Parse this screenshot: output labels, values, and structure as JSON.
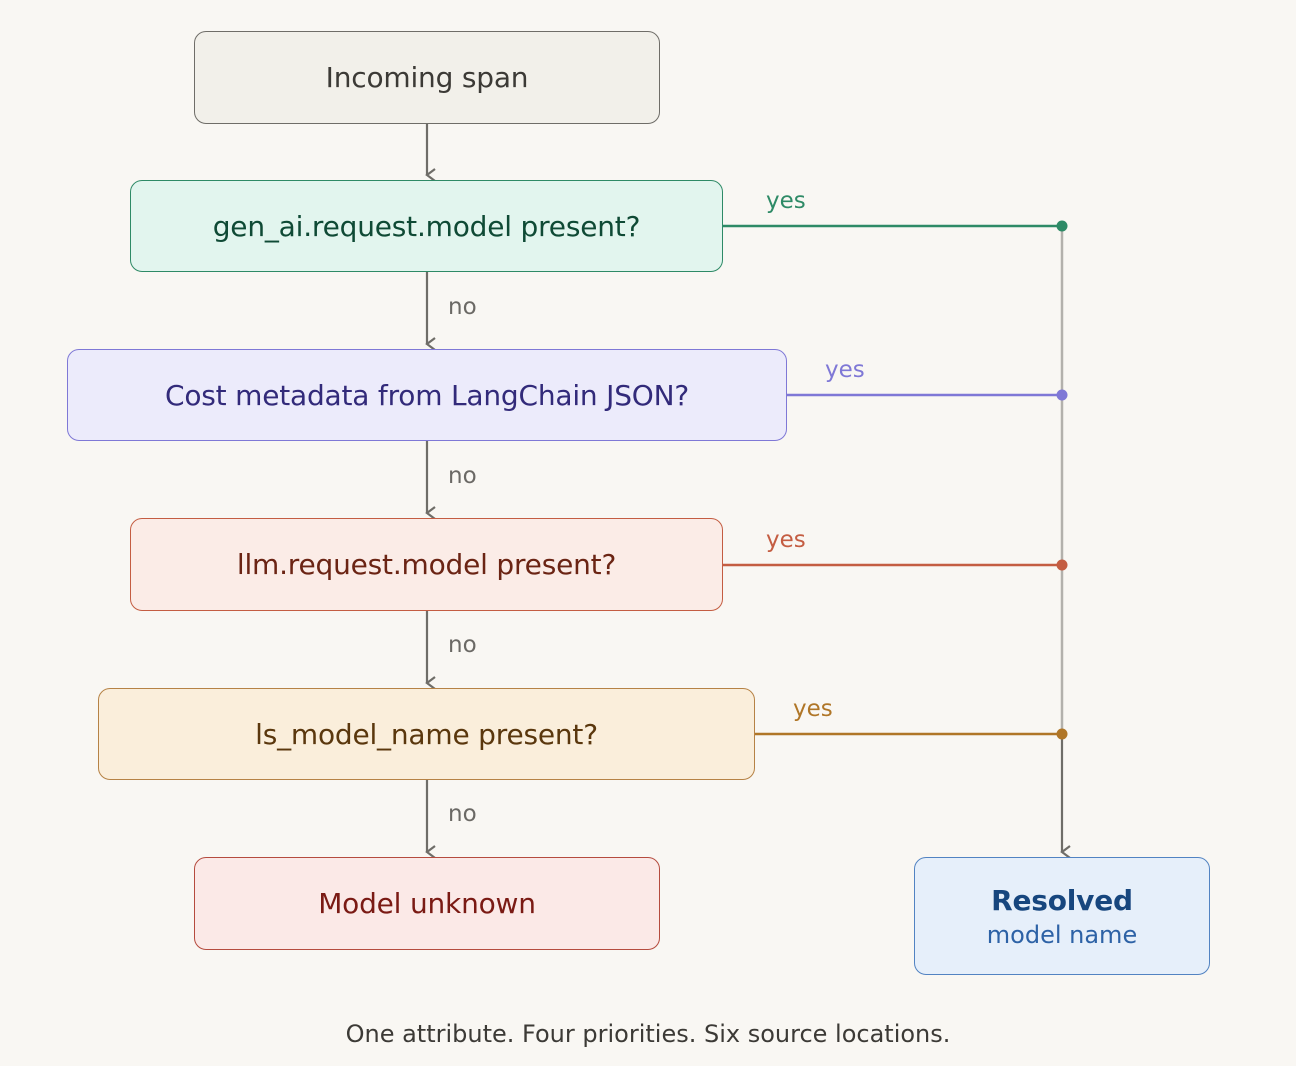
{
  "diagram": {
    "start": {
      "label": "Incoming span"
    },
    "questions": [
      {
        "label": "gen_ai.request.model present?",
        "yes_label": "yes",
        "no_label": "no",
        "color": "#2e8a66"
      },
      {
        "label": "Cost metadata from LangChain JSON?",
        "yes_label": "yes",
        "no_label": "no",
        "color": "#7f78d6"
      },
      {
        "label": "llm.request.model present?",
        "yes_label": "yes",
        "no_label": "no",
        "color": "#c45d42"
      },
      {
        "label": "ls_model_name present?",
        "yes_label": "yes",
        "no_label": "no",
        "color": "#b07627"
      }
    ],
    "unknown": {
      "label": "Model unknown"
    },
    "resolved": {
      "label": "Resolved",
      "sublabel": "model name"
    }
  },
  "caption": "One attribute. Four priorities. Six source locations."
}
